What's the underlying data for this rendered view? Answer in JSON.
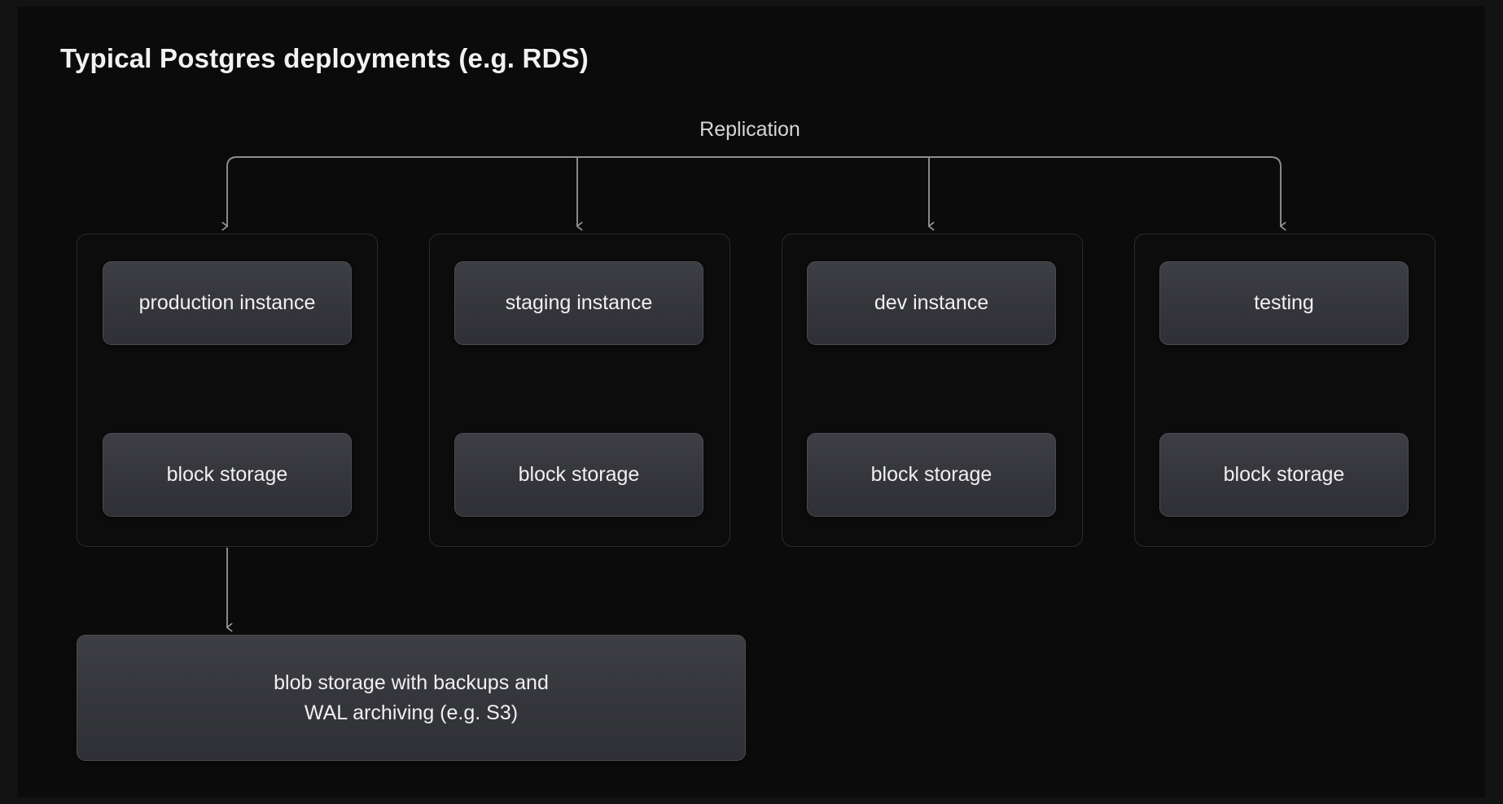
{
  "slide": {
    "title": "Typical Postgres deployments (e.g. RDS)",
    "background_color": "#0b0b0b",
    "frame_color": "#131313",
    "text_color": "#f2f2f2"
  },
  "diagram": {
    "type": "flow-diagram",
    "replication_label": "Replication",
    "accent_line_color": "#8e8f93",
    "node_fill_top": "#3e3f44",
    "node_fill_bottom": "#2f3035",
    "node_border_color": "#4a4b50",
    "group_border_color": "#2b2b2e",
    "environments": [
      {
        "id": "production",
        "instance_label": "production instance",
        "storage_label": "block storage",
        "has_blob_link": true
      },
      {
        "id": "staging",
        "instance_label": "staging instance",
        "storage_label": "block storage",
        "has_blob_link": false
      },
      {
        "id": "dev",
        "instance_label": "dev instance",
        "storage_label": "block storage",
        "has_blob_link": false
      },
      {
        "id": "testing",
        "instance_label": "testing",
        "storage_label": "block storage",
        "has_blob_link": false
      }
    ],
    "blob_storage": {
      "line1": "blob storage with backups and",
      "line2": "WAL archiving (e.g. S3)"
    }
  }
}
